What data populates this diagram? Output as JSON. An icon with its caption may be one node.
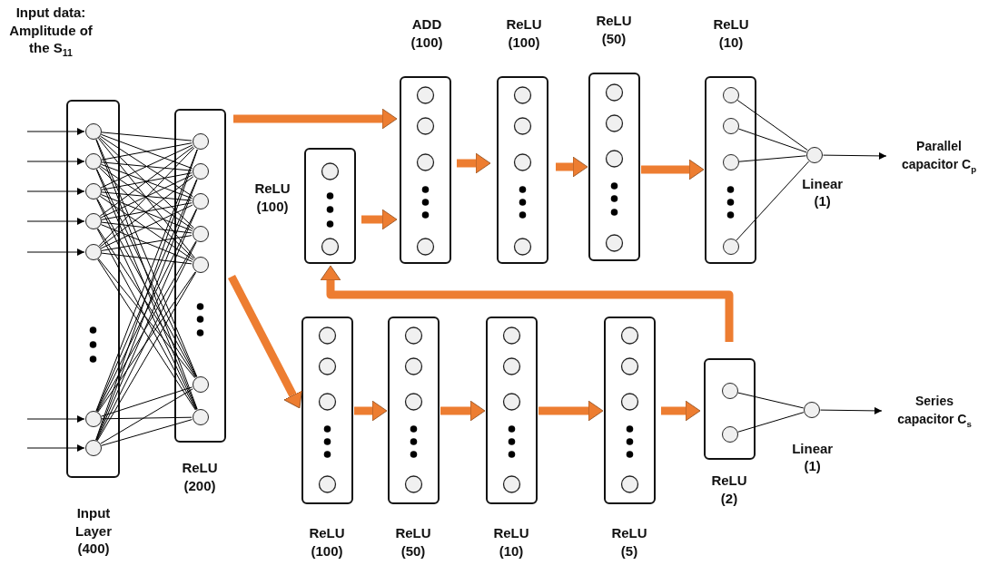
{
  "diagram": {
    "nodes": [
      {
        "text": [
          "Input Layer (400)"
        ]
      },
      {
        "text": [],
        "shape": "circle",
        "in": 0
      },
      {
        "text": [],
        "shape": "circle",
        "in": 0
      },
      {
        "text": [],
        "shape": "circle",
        "in": 0
      },
      {
        "text": [],
        "shape": "circle",
        "in": 0
      },
      {
        "text": [],
        "shape": "circle",
        "in": 0
      },
      {
        "text": [],
        "shape": "circle",
        "in": 0
      },
      {
        "text": [],
        "shape": "circle",
        "in": 0
      },
      {
        "text": [
          "ReLU (200)"
        ]
      },
      {
        "text": [],
        "shape": "circle",
        "in": 8
      },
      {
        "text": [],
        "shape": "circle",
        "in": 8
      },
      {
        "text": [],
        "shape": "circle",
        "in": 8
      },
      {
        "text": [],
        "shape": "circle",
        "in": 8
      },
      {
        "text": [],
        "shape": "circle",
        "in": 8
      },
      {
        "text": [],
        "shape": "circle",
        "in": 8
      },
      {
        "text": [],
        "shape": "circle",
        "in": 8
      },
      {
        "text": [
          "ReLU (100)"
        ]
      },
      {
        "text": [
          "ADD (100)"
        ]
      },
      {
        "text": [
          "ReLU (100)"
        ]
      },
      {
        "text": [
          "ReLU (50)"
        ]
      },
      {
        "text": [
          "ReLU (10)"
        ]
      },
      {
        "text": [],
        "shape": "circle",
        "in": 20
      },
      {
        "text": [],
        "shape": "circle",
        "in": 20
      },
      {
        "text": [],
        "shape": "circle",
        "in": 20
      },
      {
        "text": [],
        "shape": "circle",
        "in": 20
      },
      {
        "text": [
          "Linear (1)"
        ]
      },
      {
        "text": [
          "Parallel capacitor C$_{p}$"
        ]
      },
      {
        "text": [
          "ReLU (100)"
        ]
      },
      {
        "text": [
          "ReLU (50)"
        ]
      },
      {
        "text": [
          "ReLU (10)"
        ]
      },
      {
        "text": [
          "ReLU (5)"
        ]
      },
      {
        "text": [
          "ReLU (2)"
        ]
      },
      {
        "text": [],
        "shape": "circle",
        "in": 31
      },
      {
        "text": [],
        "shape": "circle",
        "in": 31
      },
      {
        "text": [
          "Linear (1)"
        ]
      },
      {
        "text": [
          "Series capacitor C$_{s}$"
        ]
      }
    ],
    "edges": [
      {
        "from": null,
        "to": 1,
        "arrow": "to"
      },
      {
        "from": null,
        "to": 2,
        "arrow": "to"
      },
      {
        "from": null,
        "to": 3,
        "arrow": "to"
      },
      {
        "from": null,
        "to": 4,
        "arrow": "to"
      },
      {
        "from": null,
        "to": 5,
        "arrow": "to"
      },
      {
        "from": null,
        "to": 6,
        "arrow": "to"
      },
      {
        "from": null,
        "to": 7,
        "arrow": "to"
      },
      {
        "from": 1,
        "to": 9,
        "arrow": "none"
      },
      {
        "from": 1,
        "to": 10,
        "arrow": "none"
      },
      {
        "from": 1,
        "to": 11,
        "arrow": "none"
      },
      {
        "from": 1,
        "to": 12,
        "arrow": "none"
      },
      {
        "from": 1,
        "to": 13,
        "arrow": "none"
      },
      {
        "from": 1,
        "to": 14,
        "arrow": "none"
      },
      {
        "from": 1,
        "to": 15,
        "arrow": "none"
      },
      {
        "from": 2,
        "to": 9,
        "arrow": "none"
      },
      {
        "from": 2,
        "to": 10,
        "arrow": "none"
      },
      {
        "from": 2,
        "to": 11,
        "arrow": "none"
      },
      {
        "from": 2,
        "to": 12,
        "arrow": "none"
      },
      {
        "from": 2,
        "to": 13,
        "arrow": "none"
      },
      {
        "from": 2,
        "to": 14,
        "arrow": "none"
      },
      {
        "from": 2,
        "to": 15,
        "arrow": "none"
      },
      {
        "from": 3,
        "to": 9,
        "arrow": "none"
      },
      {
        "from": 3,
        "to": 10,
        "arrow": "none"
      },
      {
        "from": 3,
        "to": 11,
        "arrow": "none"
      },
      {
        "from": 3,
        "to": 12,
        "arrow": "none"
      },
      {
        "from": 3,
        "to": 13,
        "arrow": "none"
      },
      {
        "from": 3,
        "to": 14,
        "arrow": "none"
      },
      {
        "from": 3,
        "to": 15,
        "arrow": "none"
      },
      {
        "from": 4,
        "to": 9,
        "arrow": "none"
      },
      {
        "from": 4,
        "to": 10,
        "arrow": "none"
      },
      {
        "from": 4,
        "to": 11,
        "arrow": "none"
      },
      {
        "from": 4,
        "to": 12,
        "arrow": "none"
      },
      {
        "from": 4,
        "to": 13,
        "arrow": "none"
      },
      {
        "from": 4,
        "to": 14,
        "arrow": "none"
      },
      {
        "from": 4,
        "to": 15,
        "arrow": "none"
      },
      {
        "from": 5,
        "to": 9,
        "arrow": "none"
      },
      {
        "from": 5,
        "to": 10,
        "arrow": "none"
      },
      {
        "from": 5,
        "to": 11,
        "arrow": "none"
      },
      {
        "from": 5,
        "to": 12,
        "arrow": "none"
      },
      {
        "from": 5,
        "to": 13,
        "arrow": "none"
      },
      {
        "from": 5,
        "to": 14,
        "arrow": "none"
      },
      {
        "from": 5,
        "to": 15,
        "arrow": "none"
      },
      {
        "from": 6,
        "to": 9,
        "arrow": "none"
      },
      {
        "from": 6,
        "to": 10,
        "arrow": "none"
      },
      {
        "from": 6,
        "to": 11,
        "arrow": "none"
      },
      {
        "from": 6,
        "to": 12,
        "arrow": "none"
      },
      {
        "from": 6,
        "to": 13,
        "arrow": "none"
      },
      {
        "from": 6,
        "to": 14,
        "arrow": "none"
      },
      {
        "from": 6,
        "to": 15,
        "arrow": "none"
      },
      {
        "from": 7,
        "to": 9,
        "arrow": "none"
      },
      {
        "from": 7,
        "to": 10,
        "arrow": "none"
      },
      {
        "from": 7,
        "to": 11,
        "arrow": "none"
      },
      {
        "from": 7,
        "to": 12,
        "arrow": "none"
      },
      {
        "from": 7,
        "to": 13,
        "arrow": "none"
      },
      {
        "from": 7,
        "to": 14,
        "arrow": "none"
      },
      {
        "from": 7,
        "to": 15,
        "arrow": "none"
      },
      {
        "from": 8,
        "to": 17,
        "arrow": "to",
        "style": "thick",
        "color": "#ed7d31"
      },
      {
        "from": 8,
        "to": 27,
        "arrow": "to",
        "style": "thick",
        "color": "#ed7d31"
      },
      {
        "from": 16,
        "to": 17,
        "arrow": "to",
        "style": "thick",
        "color": "#ed7d31"
      },
      {
        "from": 17,
        "to": 18,
        "arrow": "to",
        "style": "thick",
        "color": "#ed7d31"
      },
      {
        "from": 18,
        "to": 19,
        "arrow": "to",
        "style": "thick",
        "color": "#ed7d31"
      },
      {
        "from": 19,
        "to": 20,
        "arrow": "to",
        "style": "thick",
        "color": "#ed7d31"
      },
      {
        "from": 21,
        "to": 25,
        "arrow": "none"
      },
      {
        "from": 22,
        "to": 25,
        "arrow": "none"
      },
      {
        "from": 23,
        "to": 25,
        "arrow": "none"
      },
      {
        "from": 24,
        "to": 25,
        "arrow": "none"
      },
      {
        "from": 25,
        "to": 26,
        "arrow": "to"
      },
      {
        "from": 27,
        "to": 28,
        "arrow": "to",
        "style": "thick",
        "color": "#ed7d31"
      },
      {
        "from": 28,
        "to": 29,
        "arrow": "to",
        "style": "thick",
        "color": "#ed7d31"
      },
      {
        "from": 29,
        "to": 30,
        "arrow": "to",
        "style": "thick",
        "color": "#ed7d31"
      },
      {
        "from": 30,
        "to": 31,
        "arrow": "to",
        "style": "thick",
        "color": "#ed7d31"
      },
      {
        "from": 31,
        "to": 16,
        "arrow": "to",
        "style": "thick",
        "color": "#ed7d31"
      },
      {
        "from": 32,
        "to": 34,
        "arrow": "none"
      },
      {
        "from": 33,
        "to": 34,
        "arrow": "none"
      },
      {
        "from": 34,
        "to": 35,
        "arrow": "to"
      }
    ],
    "labels": [
      "Input data: Amplitude of the S$_{11}$"
    ]
  }
}
